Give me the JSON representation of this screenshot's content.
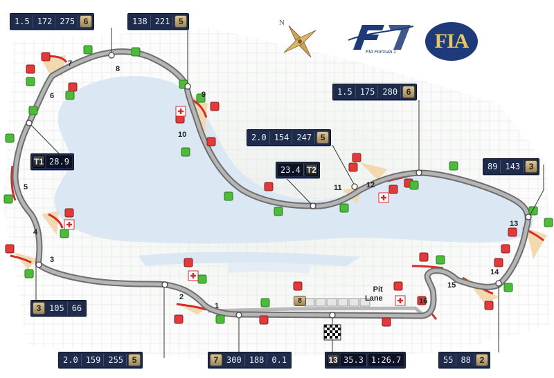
{
  "title": "",
  "logos": {
    "f1_caption": "FIA Formula 1",
    "fia_text": "FIA",
    "compass_letter": "N"
  },
  "speed_labels": [
    {
      "id": "t8",
      "a": "1.5",
      "b": "172",
      "c": "275",
      "gear": "6"
    },
    {
      "id": "t9",
      "a": "138",
      "b": "221",
      "gear": "5"
    },
    {
      "id": "t12",
      "a": "1.5",
      "b": "175",
      "c": "280",
      "gear": "6"
    },
    {
      "id": "t11",
      "a": "2.0",
      "b": "154",
      "c": "247",
      "gear": "5"
    },
    {
      "id": "t13",
      "a": "89",
      "b": "143",
      "gear": "3"
    },
    {
      "id": "t3",
      "gear": "3",
      "a": "105",
      "b": "66"
    },
    {
      "id": "t2",
      "a": "2.0",
      "b": "159",
      "c": "255",
      "gear": "5"
    },
    {
      "id": "t1",
      "gear": "7",
      "a": "300",
      "b": "188",
      "c": "0.1"
    },
    {
      "id": "t14",
      "a": "55",
      "b": "88",
      "gear": "2"
    }
  ],
  "split_times": [
    {
      "id": "split1",
      "sector": "T1",
      "time": "28.9"
    },
    {
      "id": "split2",
      "time": "23.4",
      "sector": "T2"
    },
    {
      "id": "finish",
      "gear": "13",
      "a": "35.3",
      "b": "1:26.7"
    }
  ],
  "turn_numbers": [
    "1",
    "2",
    "3",
    "4",
    "5",
    "6",
    "7",
    "8",
    "9",
    "10",
    "11",
    "12",
    "13",
    "14",
    "15",
    "16"
  ],
  "pit_lane": {
    "line1": "Pit",
    "line2": "Lane"
  },
  "pit_badge": "8",
  "colors": {
    "track": "#9a9a9a",
    "lake": "#dbe8f4",
    "label_bg": "#1e2b4a",
    "gear_badge": "#b9a57a",
    "marker_green": "#4dbb3a",
    "marker_red": "#e23a3a"
  }
}
